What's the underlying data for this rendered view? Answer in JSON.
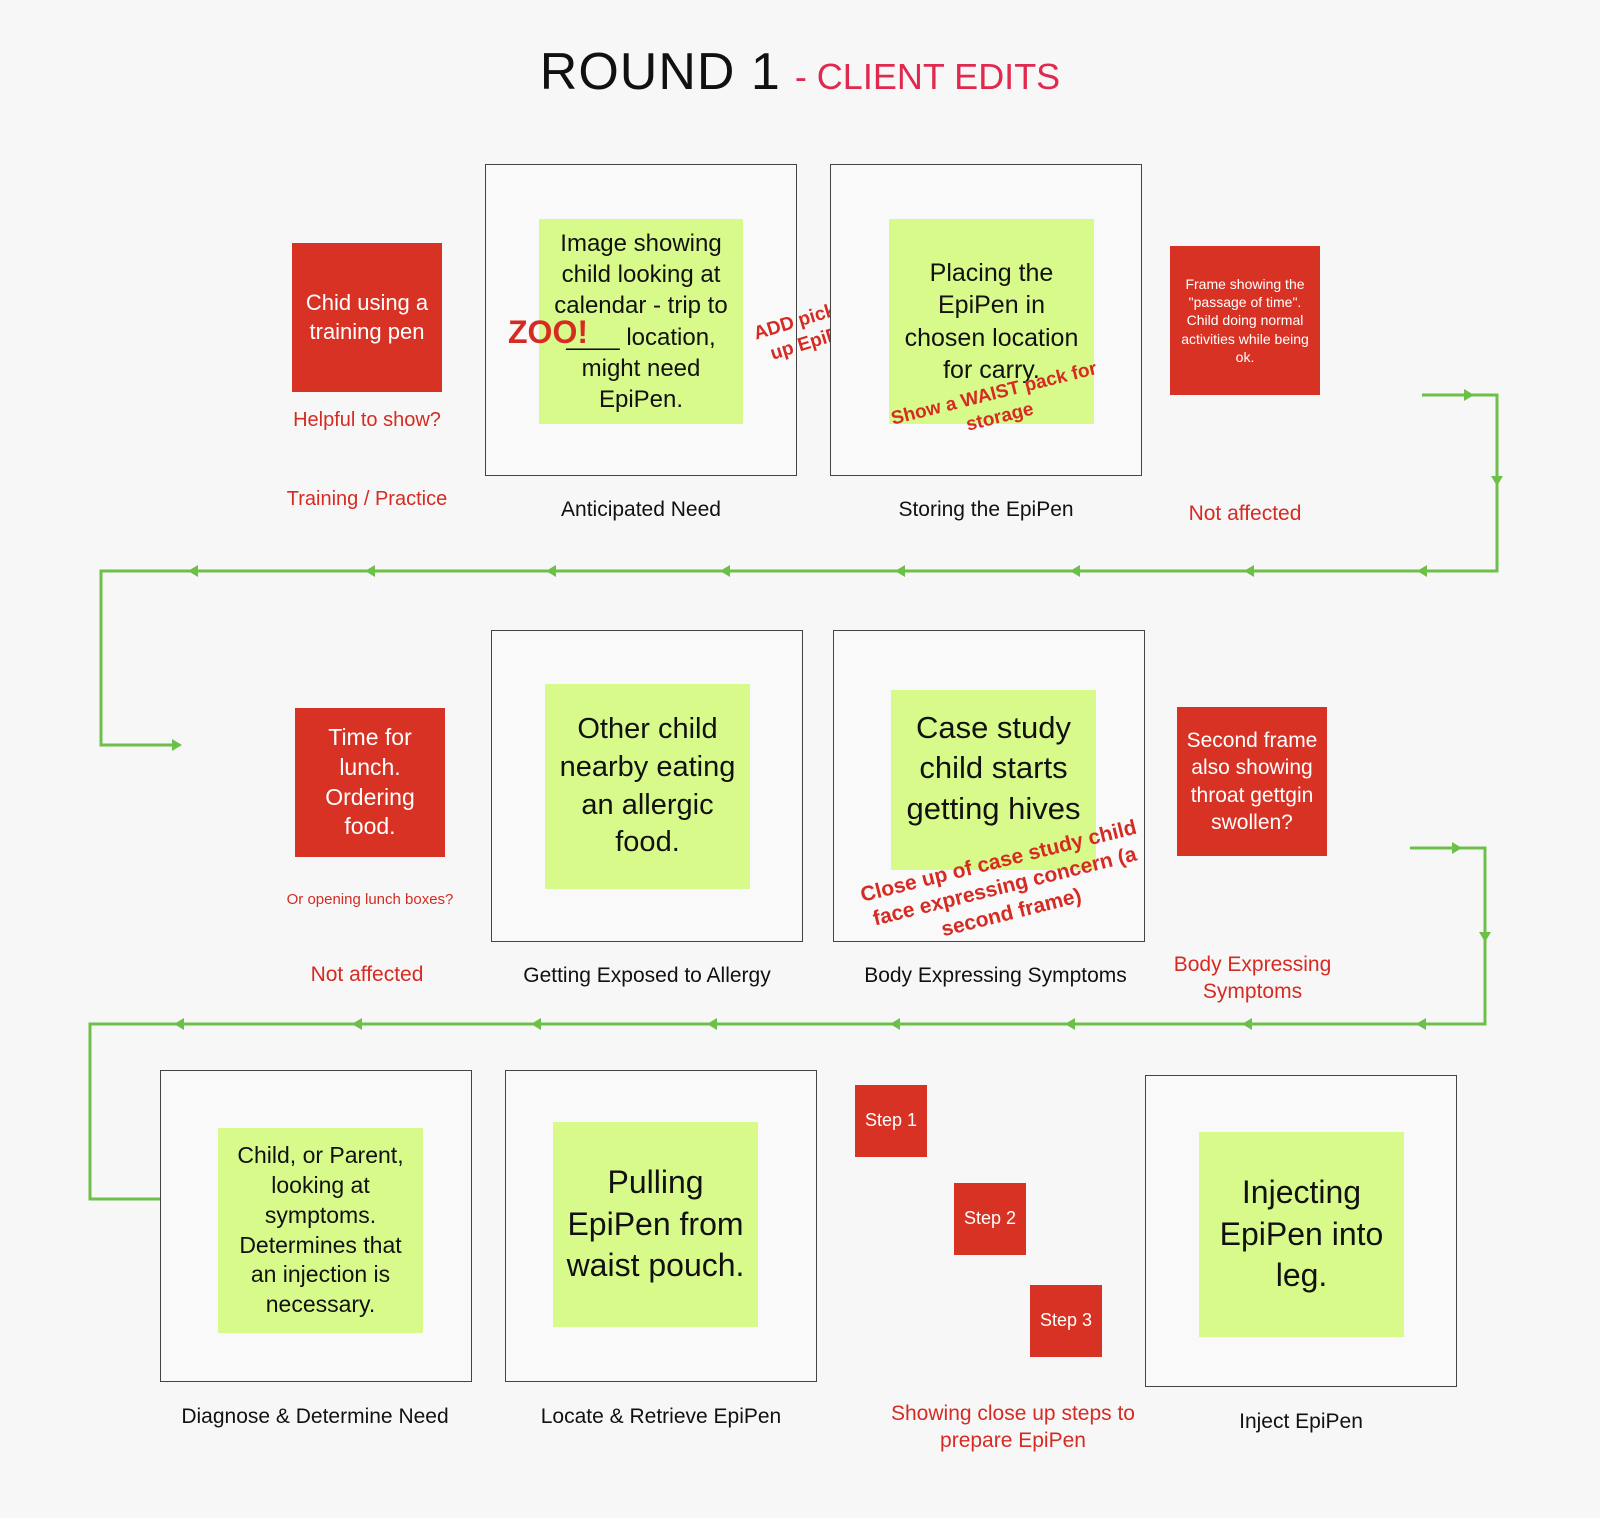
{
  "title": {
    "main": "ROUND 1",
    "sub": "- CLIENT EDITS"
  },
  "colors": {
    "frame_note": "#d8fa8a",
    "red_note": "#d73224",
    "edit_text": "#d52b23",
    "subtitle": "#e0294f",
    "flow_arrow": "#6cc04a"
  },
  "row1": {
    "training_note": "Chid using a training pen",
    "training_q": "Helpful to show?",
    "training_cap": "Training / Practice",
    "anticipated_note": "Image showing child looking at calendar - trip to ____ location, might need EpiPen.",
    "anticipated_edit": "ZOO!",
    "anticipated_cap": "Anticipated Need",
    "add_picking": "ADD picking up EpiPen",
    "storing_note": "Placing the EpiPen in chosen location for carry.",
    "storing_edit": "Show a WAIST pack for storage",
    "storing_cap": "Storing the EpiPen",
    "passage_note": "Frame showing the \"passage of time\". Child doing normal activities while being ok.",
    "passage_cap": "Not affected"
  },
  "row2": {
    "lunch_note": "Time for lunch. Ordering food.",
    "lunch_q": "Or opening lunch boxes?",
    "lunch_cap": "Not affected",
    "exposed_note": "Other child nearby eating an allergic food.",
    "exposed_cap": "Getting Exposed to Allergy",
    "hives_note": "Case study child starts getting hives",
    "hives_edit": "Close up of case study child face expressing concern (a second frame)",
    "hives_cap": "Body Expressing Symptoms",
    "throat_note": "Second frame also showing throat gettgin swollen?",
    "throat_cap": "Body Expressing Symptoms"
  },
  "row3": {
    "diagnose_note": "Child, or Parent, looking at symptoms. Determines that an injection is necessary.",
    "diagnose_cap": "Diagnose & Determine Need",
    "locate_note": "Pulling EpiPen from waist pouch.",
    "locate_cap": "Locate & Retrieve EpiPen",
    "step1": "Step 1",
    "step2": "Step 2",
    "step3": "Step 3",
    "steps_cap": "Showing close up steps to prepare EpiPen",
    "inject_note": "Injecting EpiPen into leg.",
    "inject_cap": "Inject EpiPen"
  }
}
